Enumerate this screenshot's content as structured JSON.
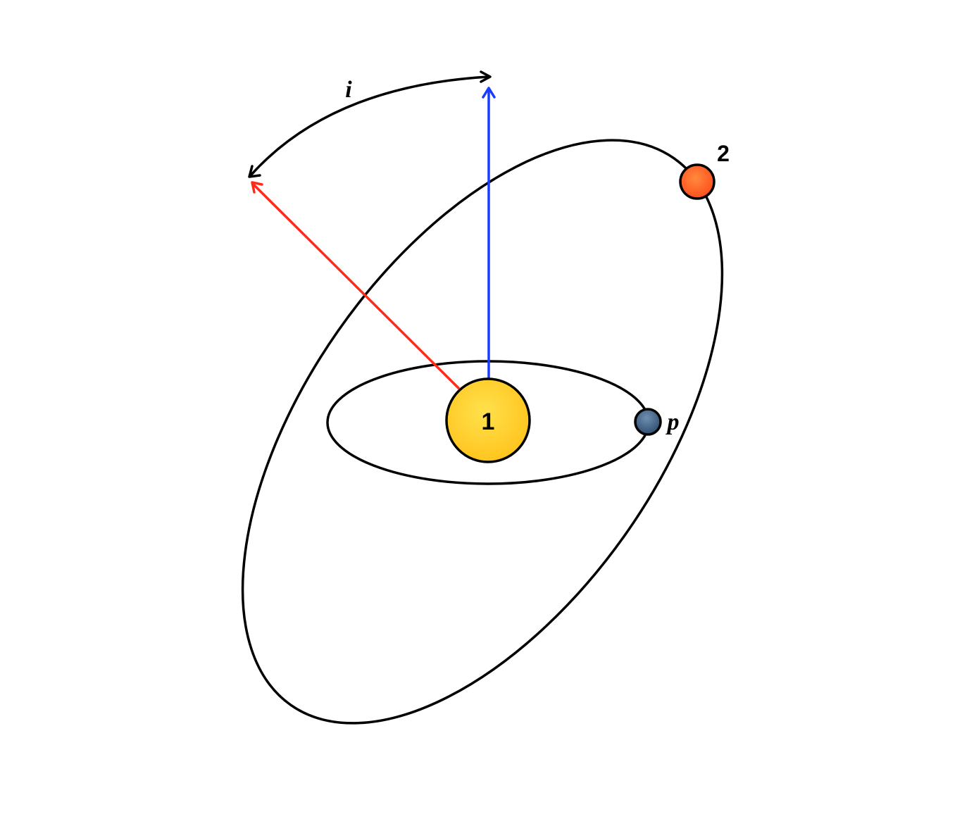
{
  "diagram": {
    "labels": {
      "star_primary": "1",
      "star_secondary": "2",
      "planet": "p",
      "inclination": "i"
    },
    "colors": {
      "background": "#ffffff",
      "orbit_stroke": "#000000",
      "star_primary_fill": "#ffc21a",
      "star_primary_highlight": "#ffe14d",
      "star_secondary_fill": "#ff4a1a",
      "star_secondary_highlight": "#ff8a3d",
      "planet_fill": "#2b4a6b",
      "planet_highlight": "#6f8fb0",
      "planet_orbit_normal": "#1a3cff",
      "binary_orbit_normal": "#ff2a1a",
      "inclination_arc": "#000000"
    }
  }
}
